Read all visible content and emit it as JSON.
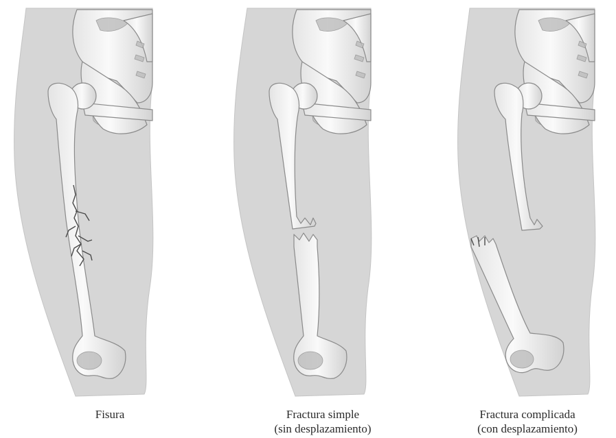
{
  "colors": {
    "background": "#ffffff",
    "leg": "#d6d6d6",
    "leg_edge": "#c4c4c4",
    "bone": "#f2f2f2",
    "bone_outline": "#8a8a8a",
    "bone_shadow": "#bdbdbd",
    "crack": "#4a4a4a"
  },
  "panels": [
    {
      "id": "fisura",
      "caption": [
        "Fisura"
      ],
      "icon": "femur-with-hairline-crack"
    },
    {
      "id": "fractura-simple",
      "caption": [
        "Fractura simple",
        "(sin desplazamiento)"
      ],
      "icon": "femur-broken-aligned"
    },
    {
      "id": "fractura-complicada",
      "caption": [
        "Fractura complicada",
        "(con desplazamiento)"
      ],
      "icon": "femur-broken-displaced"
    }
  ]
}
